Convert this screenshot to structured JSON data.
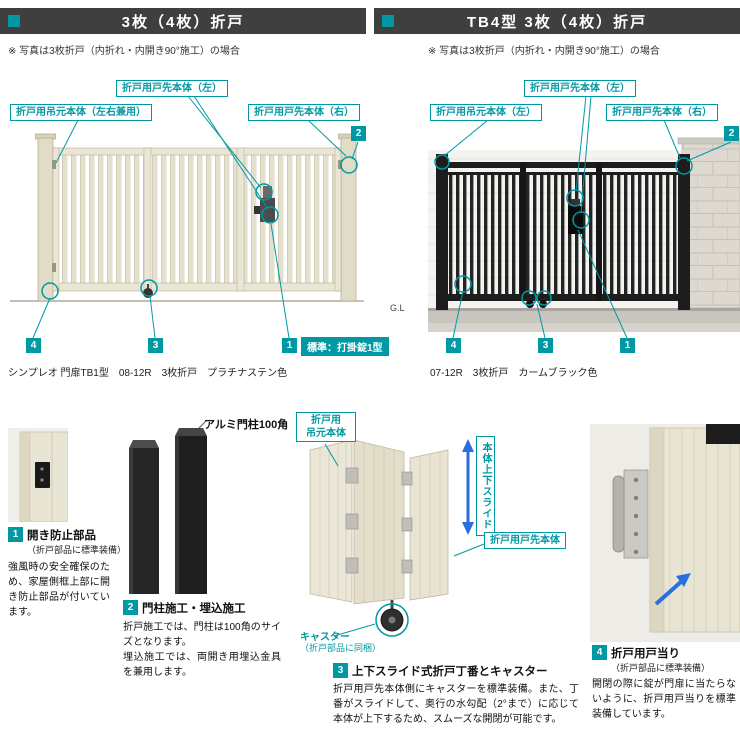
{
  "colors": {
    "accent": "#0099a3",
    "header_bg": "#3f3f3f",
    "arrow_blue": "#2a6ddf"
  },
  "markers": {
    "m1": "1",
    "m2": "2",
    "m3": "3",
    "m4": "4"
  },
  "left": {
    "header": "3枚（4枚）折戸",
    "note": "※ 写真は3枚折戸（内折れ・内開き90°施工）の場合",
    "label_top": "折戸用戸先本体（左）",
    "label_hinge": "折戸用吊元本体（左右兼用）",
    "label_right": "折戸用戸先本体（右）",
    "standard_lock": "標準：打掛錠1型",
    "gl": "G.L",
    "caption": "シンプレオ 門扉TB1型　08-12R　3枚折戸　プラチナステン色"
  },
  "right": {
    "header": "TB4型 3枚（4枚）折戸",
    "note": "※ 写真は3枚折戸（内折れ・内開き90°施工）の場合",
    "label_top": "折戸用戸先本体（左）",
    "label_hinge": "折戸用吊元本体（左）",
    "label_right": "折戸用戸先本体（右）",
    "caption": "07-12R　3枚折戸　カームブラック色"
  },
  "details": {
    "d1": {
      "num": "1",
      "title": "開き防止部品",
      "subtitle": "（折戸部品に標準装備）",
      "body": "強風時の安全確保のため、家屋側框上部に開き防止部品が付いています。"
    },
    "d2": {
      "num": "2",
      "title": "門柱施工・埋込施工",
      "photo_label": "アルミ門柱100角",
      "body": "折戸施工では、門柱は100角のサイズとなります。\n埋込施工では、両開き用埋込金具を兼用します。"
    },
    "d3": {
      "num": "3",
      "title": "上下スライド式折戸丁番とキャスター",
      "hinge_label_1": "折戸用",
      "hinge_label_2": "吊元本体",
      "slide_label": "本体上下スライド",
      "end_label": "折戸用戸先本体",
      "caster_label": "キャスター",
      "caster_sub": "（折戸部品に同梱）",
      "body": "折戸用戸先本体側にキャスターを標準装備。また、丁番がスライドして、奥行の水勾配（2°まで）に応じて本体が上下するため、スムーズな開閉が可能です。"
    },
    "d4": {
      "num": "4",
      "title": "折戸用戸当り",
      "subtitle": "（折戸部品に標準装備）",
      "body": "開閉の際に錠が門扉に当たらないように、折戸用戸当りを標準装備しています。"
    }
  }
}
